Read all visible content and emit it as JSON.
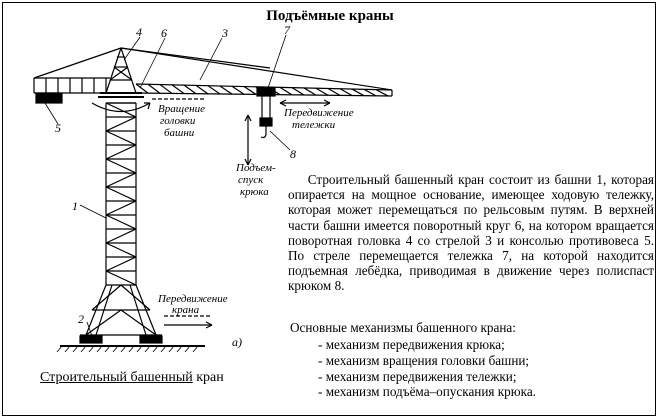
{
  "page": {
    "title": "Подъёмные краны"
  },
  "diagram": {
    "labels": {
      "num1": "1",
      "num2": "2",
      "num3": "3",
      "num4": "4",
      "num5": "5",
      "num6": "6",
      "num7": "7",
      "num8": "8",
      "rotation_line1": "Вращение",
      "rotation_line2": "головки",
      "rotation_line3": "башни",
      "trolley_line1": "Передвижение",
      "trolley_line2": "тележки",
      "hoist_line1": "Подъем-",
      "hoist_line2": "спуск",
      "hoist_line3": "крюка",
      "crane_move_line1": "Передвижение",
      "crane_move_line2": "крана",
      "figure_letter": "а)"
    }
  },
  "description": "Строительный башенный кран состоит из башни 1, которая опирается на мощное основание, имеющее ходовую тележку, которая может перемещаться по рельсовым путям. В верхней части башни имеется поворотный круг 6, на котором вращается поворотная головка 4 со стрелой 3 и консолью противовеса 5. По стреле перемещается тележка 7, на которой находится подъемная лебёдка, приводимая в движение через полиспаст крюком 8.",
  "mechanisms": {
    "title": "Основные механизмы башенного крана:",
    "items": [
      "механизм передвижения крюка;",
      "механизм вращения головки башни;",
      "механизм передвижения тележки;",
      "механизм подъёма–опускания крюка."
    ]
  },
  "caption": {
    "underlined": "Строительный башенный",
    "rest": " кран"
  }
}
